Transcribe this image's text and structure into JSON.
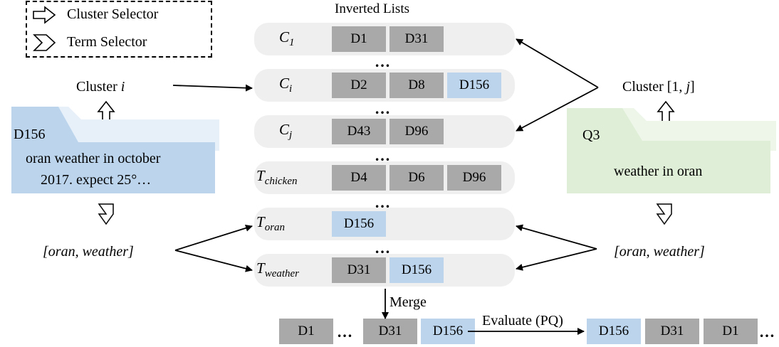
{
  "legend": {
    "cluster_selector": "Cluster Selector",
    "term_selector": "Term Selector",
    "cluster_icon": "hollow-right-arrow-icon",
    "term_icon": "sigma-arrow-icon"
  },
  "title": "Inverted Lists",
  "rows": [
    {
      "label_main": "C",
      "label_sub": "1",
      "cells": [
        {
          "text": "D1",
          "color": "gray"
        },
        {
          "text": "D31",
          "color": "gray"
        }
      ]
    },
    {
      "label_main": "C",
      "label_sub": "i",
      "cells": [
        {
          "text": "D2",
          "color": "gray"
        },
        {
          "text": "D8",
          "color": "gray"
        },
        {
          "text": "D156",
          "color": "blue"
        }
      ]
    },
    {
      "label_main": "C",
      "label_sub": "j",
      "cells": [
        {
          "text": "D43",
          "color": "gray"
        },
        {
          "text": "D96",
          "color": "gray"
        }
      ]
    },
    {
      "label_main": "T",
      "label_sub": "chicken",
      "cells": [
        {
          "text": "D4",
          "color": "gray"
        },
        {
          "text": "D6",
          "color": "gray"
        },
        {
          "text": "D96",
          "color": "gray"
        }
      ]
    },
    {
      "label_main": "T",
      "label_sub": "oran",
      "cells": [
        {
          "text": "D156",
          "color": "blue"
        }
      ]
    },
    {
      "label_main": "T",
      "label_sub": "weather",
      "cells": [
        {
          "text": "D31",
          "color": "gray"
        },
        {
          "text": "D156",
          "color": "blue"
        }
      ]
    }
  ],
  "ellipsis": "…",
  "left": {
    "cluster_label_prefix": "Cluster ",
    "cluster_label_var": "i",
    "doc_id": "D156",
    "doc_text_line1": "oran weather in october",
    "doc_text_line2": "2017. expect 25°…",
    "terms": "[oran, weather]"
  },
  "right": {
    "cluster_label_prefix": "Cluster [1, ",
    "cluster_label_var": "j",
    "cluster_label_suffix": "]",
    "query_id": "Q3",
    "query_text": "weather in oran",
    "terms": "[oran, weather]"
  },
  "merge_label": "Merge",
  "evaluate_label": "Evaluate (PQ)",
  "merged": [
    {
      "text": "D1",
      "color": "gray"
    },
    {
      "text": "D31",
      "color": "gray"
    },
    {
      "text": "D156",
      "color": "blue"
    }
  ],
  "ranked": [
    {
      "text": "D156",
      "color": "blue"
    },
    {
      "text": "D31",
      "color": "gray"
    },
    {
      "text": "D1",
      "color": "gray"
    }
  ],
  "colors": {
    "gray_cell": "#a9a9a9",
    "blue_cell": "#bcd5ed",
    "row_bg": "#efefef",
    "doc_folder": "#bcd5ed",
    "query_folder": "#dfeed6"
  }
}
